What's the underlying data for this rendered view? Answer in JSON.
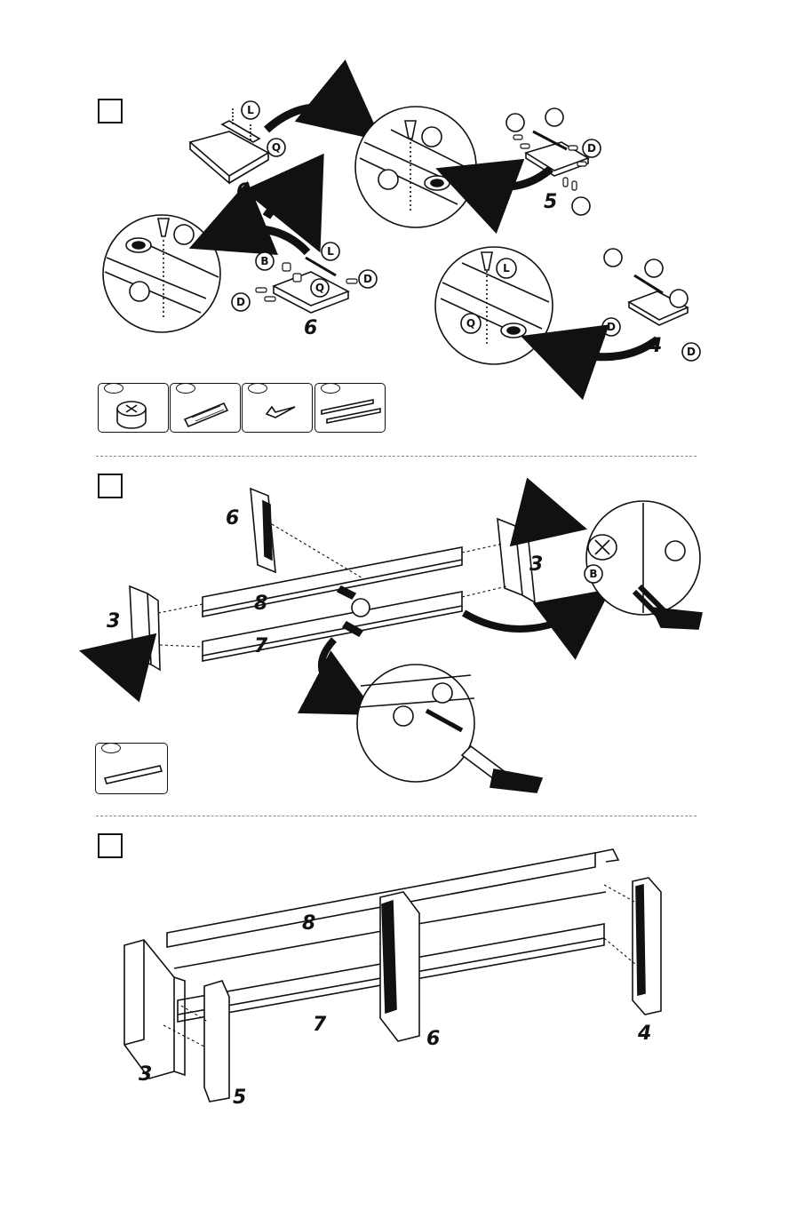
{
  "step2": {
    "top_left": {
      "part_number": "6",
      "labels": [
        "L",
        "Q"
      ]
    },
    "top_right": {
      "part_number": "5",
      "labels": [
        "D"
      ]
    },
    "mid_left": {
      "part_number": "6",
      "labels": [
        "B",
        "L",
        "Q",
        "D",
        "D",
        "D"
      ]
    },
    "mid_right": {
      "part_number": "4",
      "labels": [
        "D",
        "D"
      ],
      "zoom_labels": [
        "L",
        "Q"
      ]
    }
  },
  "step3": {
    "parts": {
      "left_side": "3",
      "center": "6",
      "front_rail": "8",
      "back_rail": "7",
      "right_side": "3"
    },
    "zoom_label": "B"
  },
  "step4": {
    "parts": {
      "top_rail": "8",
      "bottom_rail": "7",
      "left_end": "3",
      "left_divider": "5",
      "center": "6",
      "right_end": "4"
    }
  },
  "colors": {
    "ink": "#111111",
    "divider": "#888888",
    "paper": "#ffffff"
  }
}
